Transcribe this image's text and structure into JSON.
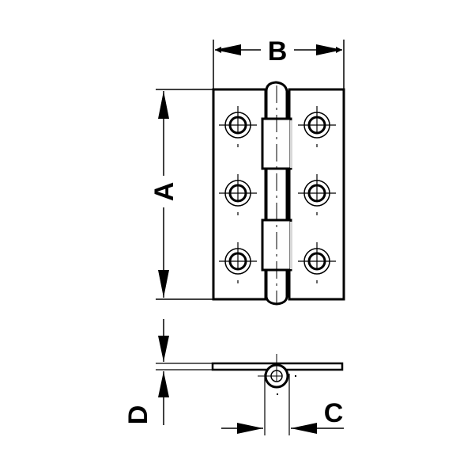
{
  "diagram": {
    "subject": "butt hinge technical drawing",
    "views": [
      "front view",
      "side view"
    ],
    "line_color": "#000000",
    "background": "#ffffff",
    "dimensions": {
      "A": {
        "label": "A",
        "meaning": "hinge height"
      },
      "B": {
        "label": "B",
        "meaning": "hinge open width"
      },
      "C": {
        "label": "C",
        "meaning": "knuckle diameter"
      },
      "D": {
        "label": "D",
        "meaning": "leaf thickness"
      }
    },
    "screw_holes": {
      "per_leaf": 3,
      "leaves": 2,
      "type": "countersunk"
    }
  }
}
